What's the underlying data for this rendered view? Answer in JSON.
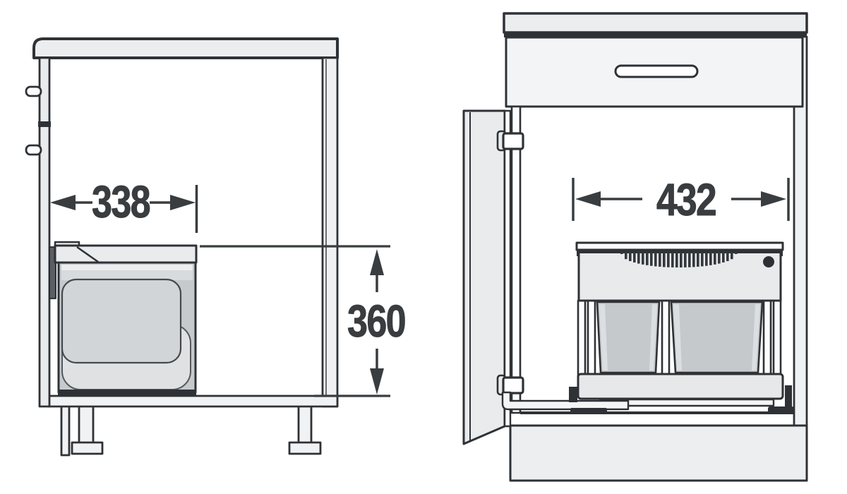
{
  "dimensions": {
    "side_view_depth": "338",
    "side_view_height": "360",
    "front_view_width": "432"
  },
  "colors": {
    "outline": "#2e3236",
    "dimension_ink": "#393d40",
    "panel_light": "#eceef0",
    "panel_mid": "#e9ebed",
    "drawer_face": "#f3f4f6",
    "near_white": "#f1f2f4",
    "bin_body": "#c7cacd",
    "bin_inner": "#d2d5d8",
    "bin_highlight": "#dfe1e3",
    "mount_plate": "#5b5f63",
    "background": "#ffffff"
  }
}
